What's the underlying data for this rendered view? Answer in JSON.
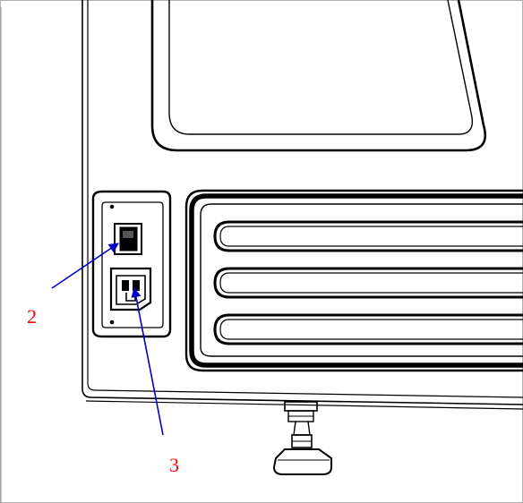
{
  "callouts": [
    {
      "id": "2",
      "label": "2",
      "target": "rocker-switch"
    },
    {
      "id": "3",
      "label": "3",
      "target": "power-inlet"
    }
  ],
  "colors": {
    "outline": "#000000",
    "callout_arrow": "#0000cc",
    "callout_text": "#ff0000",
    "background": "#ffffff",
    "border": "#b0b0b0"
  },
  "vents": {
    "slot_count": 3
  }
}
